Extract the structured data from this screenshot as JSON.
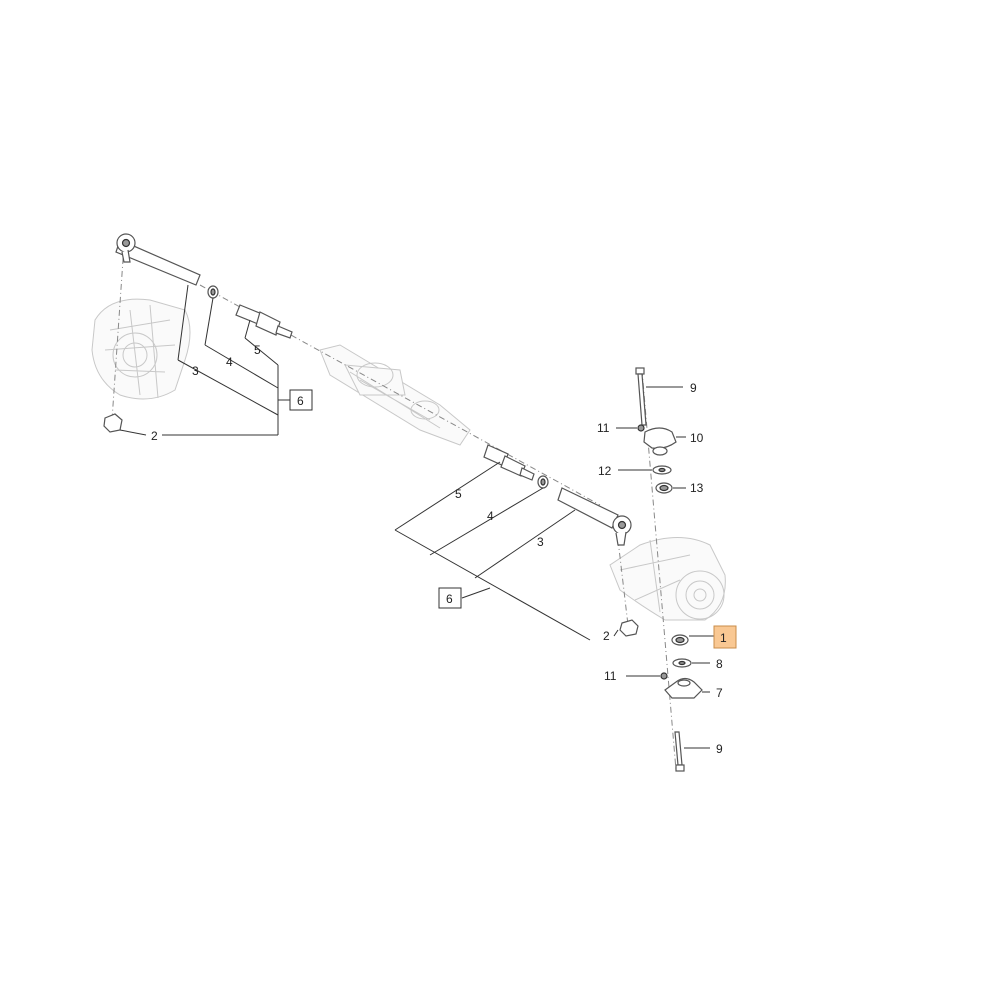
{
  "callouts": {
    "c9_top": "9",
    "c11_top": "11",
    "c10": "10",
    "c12": "12",
    "c13": "13",
    "c1": "1",
    "c8": "8",
    "c11_bottom": "11",
    "c7": "7",
    "c9_bottom": "9",
    "c2_left": "2",
    "c3_left": "3",
    "c4_left": "4",
    "c5_left": "5",
    "c6_left": "6",
    "c2_right": "2",
    "c3_right": "3",
    "c4_right": "4",
    "c5_right": "5",
    "c6_right": "6"
  },
  "colors": {
    "highlight_fill": "#f9c893",
    "highlight_stroke": "#c98c4a",
    "line": "#333333",
    "ghost": "#c8c8c8"
  }
}
